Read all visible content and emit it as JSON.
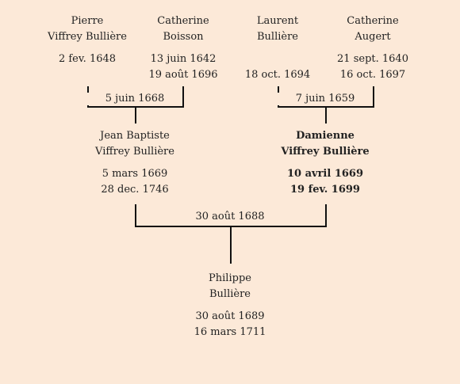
{
  "people": {
    "pierre": {
      "name1": "Pierre",
      "name2": "Viffrey Bullière",
      "birth": "2 fev. 1648",
      "death": ""
    },
    "catherine1": {
      "name1": "Catherine",
      "name2": "Boisson",
      "birth": "13 juin 1642",
      "death": "19 août 1696"
    },
    "laurent": {
      "name1": "Laurent",
      "name2": "Bullière",
      "birth": "",
      "death": "18 oct. 1694"
    },
    "catherine2": {
      "name1": "Catherine",
      "name2": "Augert",
      "birth": "21 sept. 1640",
      "death": "16 oct. 1697"
    },
    "jean": {
      "name1": "Jean Baptiste",
      "name2": "Viffrey Bullière",
      "birth": "5 mars 1669",
      "death": "28 dec. 1746"
    },
    "damienne": {
      "name1": "Damienne",
      "name2": "Viffrey Bullière",
      "birth": "10 avril 1669",
      "death": "19 fev. 1699"
    },
    "philippe": {
      "name1": "Philippe",
      "name2": "Bullière",
      "birth": "30 août 1689",
      "death": "16 mars 1711"
    }
  },
  "marriages": {
    "m1": "5 juin 1668",
    "m2": "7 juin 1659",
    "m3": "30 août 1688"
  }
}
